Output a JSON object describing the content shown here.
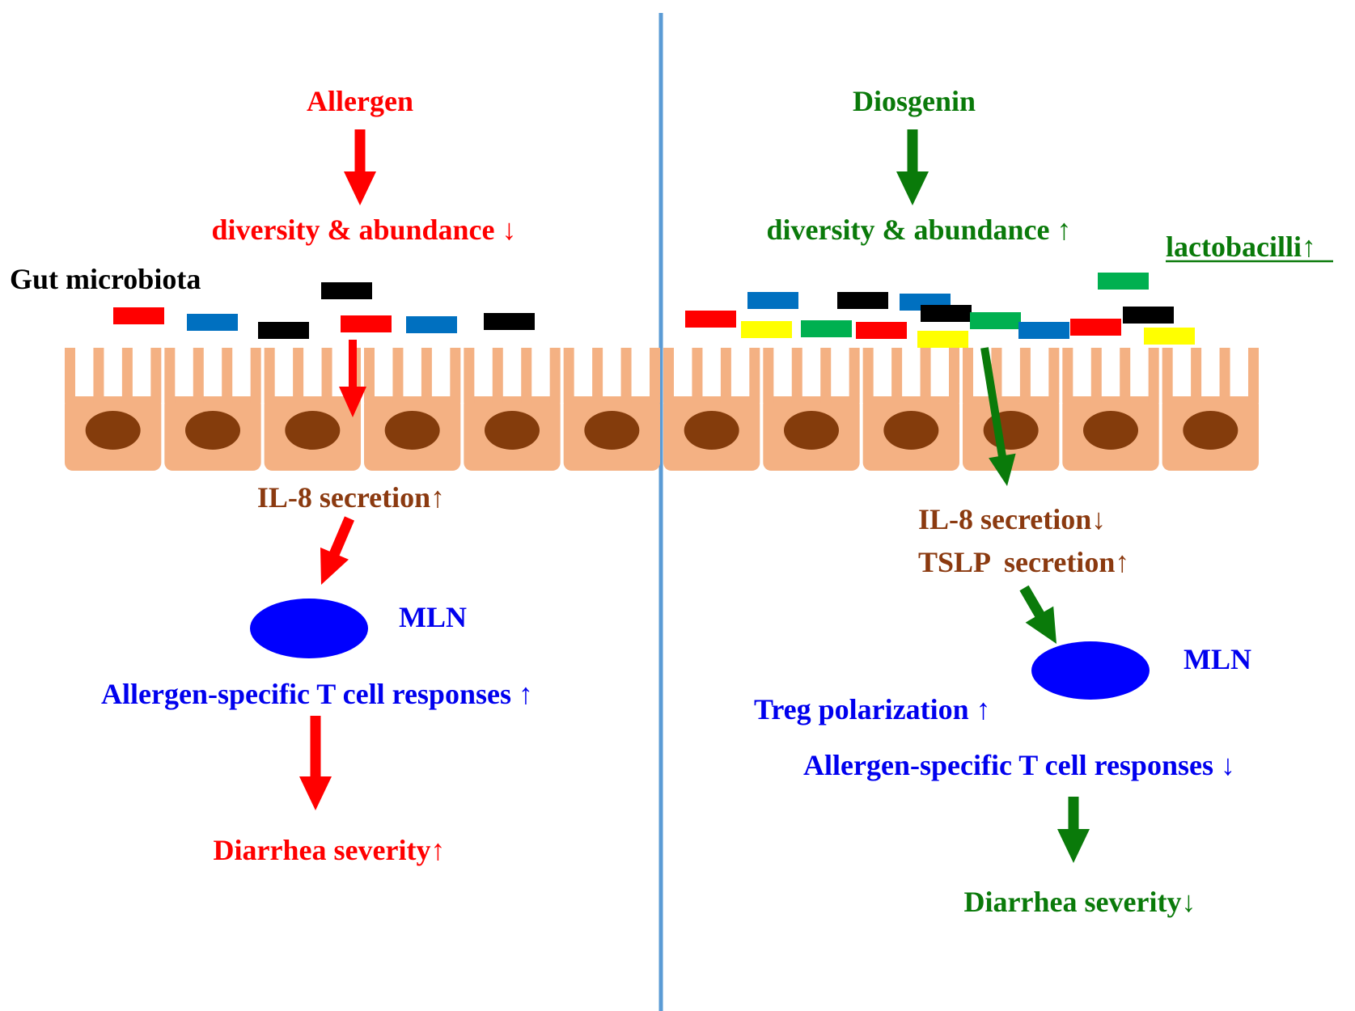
{
  "colors": {
    "red": "#ff0000",
    "green": "#0a7a0a",
    "brown": "#8b3a10",
    "blue": "#0000ee",
    "black": "#000000",
    "divider": "#5b9bd5",
    "cell_body": "#f4b183",
    "nucleus": "#843c0c",
    "mln": "#0000ff",
    "bacteria_red": "#ff0000",
    "bacteria_blue": "#0070c0",
    "bacteria_black": "#000000",
    "bacteria_green": "#00b050",
    "bacteria_yellow": "#ffff00"
  },
  "left": {
    "allergen": "Allergen",
    "diversity": "diversity & abundance ↓",
    "gut_microbiota": "Gut microbiota",
    "il8": "IL-8 secretion↑",
    "mln": "MLN",
    "t_cell": "Allergen-specific T cell responses ↑",
    "diarrhea": "Diarrhea severity↑"
  },
  "right": {
    "diosgenin": "Diosgenin",
    "diversity": "diversity & abundance ↑",
    "lactobacilli": "lactobacilli↑",
    "il8": "IL-8 secretion↓",
    "tslp": "TSLP  secretion↑",
    "mln": "MLN",
    "treg": "Treg polarization ↑",
    "t_cell": "Allergen-specific T cell responses ↓",
    "diarrhea": "Diarrhea severity↓"
  },
  "bacteria": {
    "left": [
      "red",
      "blue",
      "black",
      "black",
      "red",
      "blue",
      "black"
    ],
    "right": [
      "red",
      "blue",
      "yellow",
      "green",
      "black",
      "red",
      "blue",
      "black",
      "yellow",
      "green",
      "blue",
      "red",
      "green",
      "black",
      "yellow"
    ]
  },
  "epithelium": {
    "cell_count": 12
  }
}
